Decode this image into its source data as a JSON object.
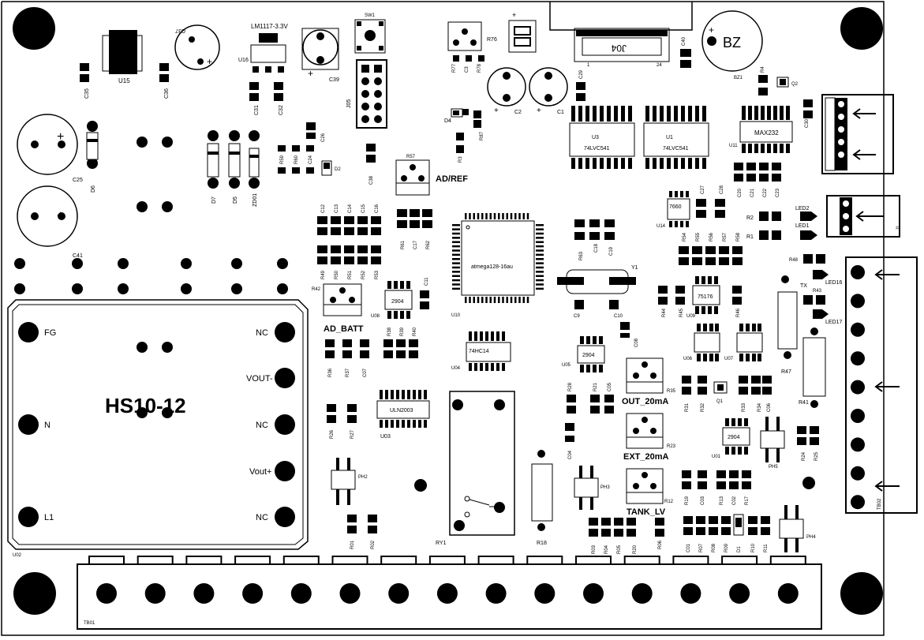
{
  "labels": {
    "u15": "U15",
    "c35": "C35",
    "c36": "C36",
    "c37": "C37",
    "lm1117": "LM1117-3.3V",
    "u16": "U16",
    "c31": "C31",
    "c32": "C32",
    "c39": "C39",
    "sw1": "SW1",
    "j05": "J05",
    "r77": "R77",
    "c3": "C3",
    "r78": "R78",
    "r76": "R76",
    "c2": "C2",
    "c1": "C1",
    "d4": "D4",
    "r87": "R87",
    "r3": "R3",
    "j04": "J04",
    "c40": "C40",
    "bz": "BZ",
    "bz1": "BZ1",
    "r4": "R4",
    "q2": "Q2",
    "c29": "C29",
    "u3": "U3",
    "u3val": "74LVC541",
    "u1": "U1",
    "u1val": "74LVC541",
    "max232": "MAX232",
    "u11": "U11",
    "c30": "C30",
    "c25": "C25",
    "d6": "D6",
    "c41": "C41",
    "d7": "D7",
    "d5": "D5",
    "zd01": "ZD01",
    "r59": "R59",
    "r60": "R60",
    "c24": "C24",
    "c26": "C26",
    "d2": "D2",
    "c38": "C38",
    "r57": "R57",
    "adref": "AD/REF",
    "c27": "C27",
    "c28": "C28",
    "u14": "U14",
    "u14val": "7660",
    "c20": "C20",
    "c21": "C21",
    "c22": "C22",
    "c23": "C23",
    "r2": "R2",
    "r1": "R1",
    "led2": "LED2",
    "led1": "LED1",
    "j1": "J1",
    "c12": "C12",
    "c13": "C13",
    "c14": "C14",
    "c15": "C15",
    "c16": "C16",
    "r61": "R61",
    "c17": "C17",
    "r62": "R62",
    "r49": "R49",
    "r50": "R50",
    "r51": "R51",
    "r52": "R52",
    "r53": "R53",
    "atmega": "atmega128-16au",
    "u10": "U10",
    "r63": "R63",
    "c18": "C18",
    "c19": "C19",
    "y1": "Y1",
    "c9": "C9",
    "c10": "C10",
    "r54": "R54",
    "r55": "R55",
    "r56": "R56",
    "r58": "R58",
    "r48": "R48",
    "tx": "TX",
    "led16": "LED16",
    "r43": "R43",
    "led17": "LED17",
    "r42": "R42",
    "adbatt": "AD_BATT",
    "u08": "U08",
    "u08val": "2904",
    "c11": "C11",
    "r44": "R44",
    "r45": "R45",
    "u09": "U09",
    "u09val": "75176",
    "r46": "R46",
    "r36": "R36",
    "r37": "R37",
    "c07": "C07",
    "r38": "R38",
    "r39": "R39",
    "r40": "R40",
    "u04": "U04",
    "u04val": "74HC14",
    "u05": "U05",
    "u05val": "2904",
    "c08": "C08",
    "u06": "U06",
    "u07": "U07",
    "r47": "R47",
    "hs": "HS10-12",
    "fg": "FG",
    "n": "N",
    "l1": "L1",
    "nc1": "NC",
    "voutm": "VOUT-",
    "nc2": "NC",
    "voutp": "Vout+",
    "nc3": "NC",
    "u02": "U02",
    "uln": "ULN2003",
    "u03": "U03",
    "r26": "R26",
    "r27": "R27",
    "r28": "R28",
    "r21": "R21",
    "c05": "C05",
    "out20": "OUT_20mA",
    "r35": "R35",
    "r31": "R31",
    "r32": "R32",
    "q1": "Q1",
    "r33": "R33",
    "r34": "R34",
    "c06": "C06",
    "r41": "R41",
    "ext20": "EXT_20mA",
    "r23": "R23",
    "u01": "U01",
    "u01val": "2904",
    "ph5": "PH5",
    "r24": "R24",
    "r25": "R25",
    "tb02": "TB02",
    "c04": "C04",
    "ph2": "PH2",
    "ph3": "PH3",
    "tanklv": "TANK_LV",
    "r12": "R12",
    "r19": "R19",
    "c03": "C03",
    "r13": "R13",
    "c02": "C02",
    "r17": "R17",
    "ry1": "RY1",
    "r18": "R18",
    "r01": "R01",
    "r02": "R02",
    "r03": "R03",
    "r04": "R04",
    "r05": "R05",
    "r20": "R20",
    "r06": "R06",
    "c01": "C01",
    "r07": "R07",
    "r08": "R08",
    "r09": "R09",
    "d1": "D1",
    "r10": "R10",
    "r11": "R11",
    "ph4": "PH4",
    "tb01": "TB01",
    "plus": "+",
    "plus2": "+",
    "mark24": "24",
    "mark1": "1"
  },
  "tb01": {
    "terminal_count": 15
  },
  "tb02": {
    "terminal_count": 9
  },
  "colors": {
    "ink": "#000000",
    "paper": "#ffffff"
  }
}
